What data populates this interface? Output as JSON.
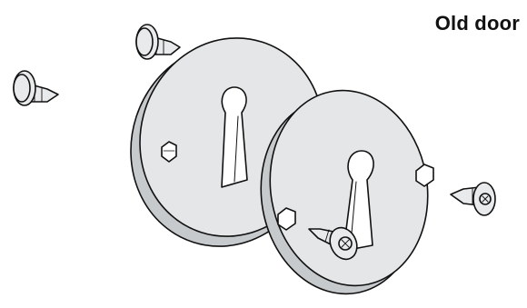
{
  "figure": {
    "label": "Old door",
    "colors": {
      "line": "#111111",
      "plate_fill": "#e4e6e7",
      "plate_edge": "#c7cacc",
      "keyhole": "#ffffff",
      "screw_fill": "#e8eaeb",
      "background": "#ffffff"
    },
    "parts": {
      "escutcheon_plates": 2,
      "screws": 4,
      "icons": [
        "escutcheon-plate",
        "keyhole",
        "screw-hole",
        "wood-screw"
      ]
    }
  }
}
